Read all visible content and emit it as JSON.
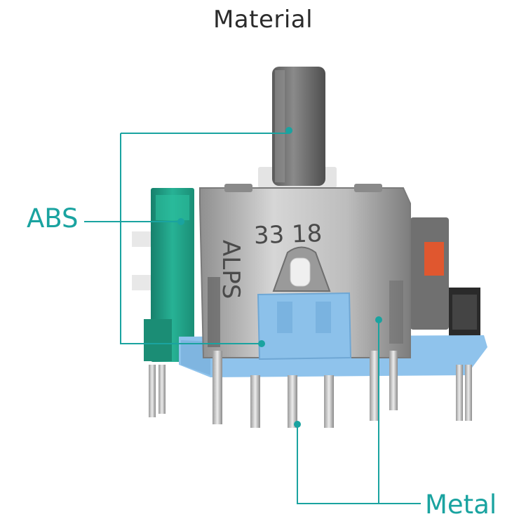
{
  "title": "Material",
  "labels": {
    "abs": "ABS",
    "metal": "Metal"
  },
  "markings": {
    "numbers": "33 18",
    "brand": "ALPS"
  },
  "colors": {
    "annotation": "#1aa3a0",
    "abs_part": "#1e9e86",
    "blue_part": "#8cc1ea",
    "metal": "#b9b9b9",
    "stick": "#6e6e6e",
    "title": "#2b2b2b"
  }
}
